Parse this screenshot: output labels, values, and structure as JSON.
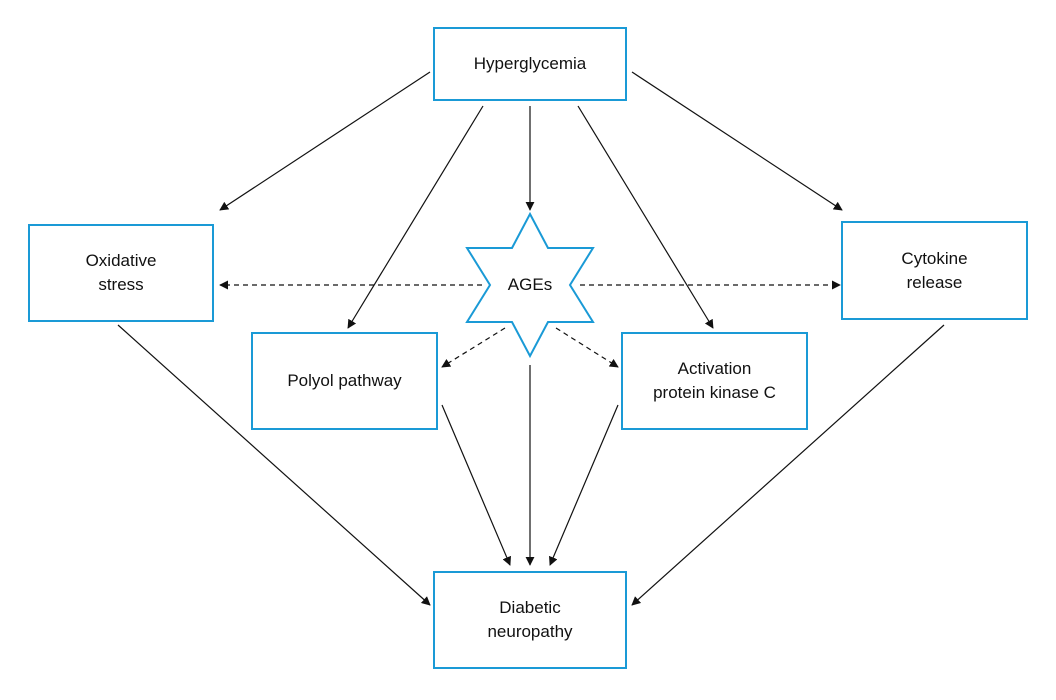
{
  "nodes": {
    "hyperglycemia": "Hyperglycemia",
    "oxidative_stress": "Oxidative\nstress",
    "cytokine_release": "Cytokine\nrelease",
    "ages": "AGEs",
    "polyol_pathway": "Polyol pathway",
    "activation_pkc": "Activation\nprotein kinase C",
    "diabetic_neuropathy": "Diabetic\nneuropathy"
  },
  "colors": {
    "box_border": "#1a9ad6",
    "star_border": "#1a9ad6",
    "edge": "#111111"
  }
}
